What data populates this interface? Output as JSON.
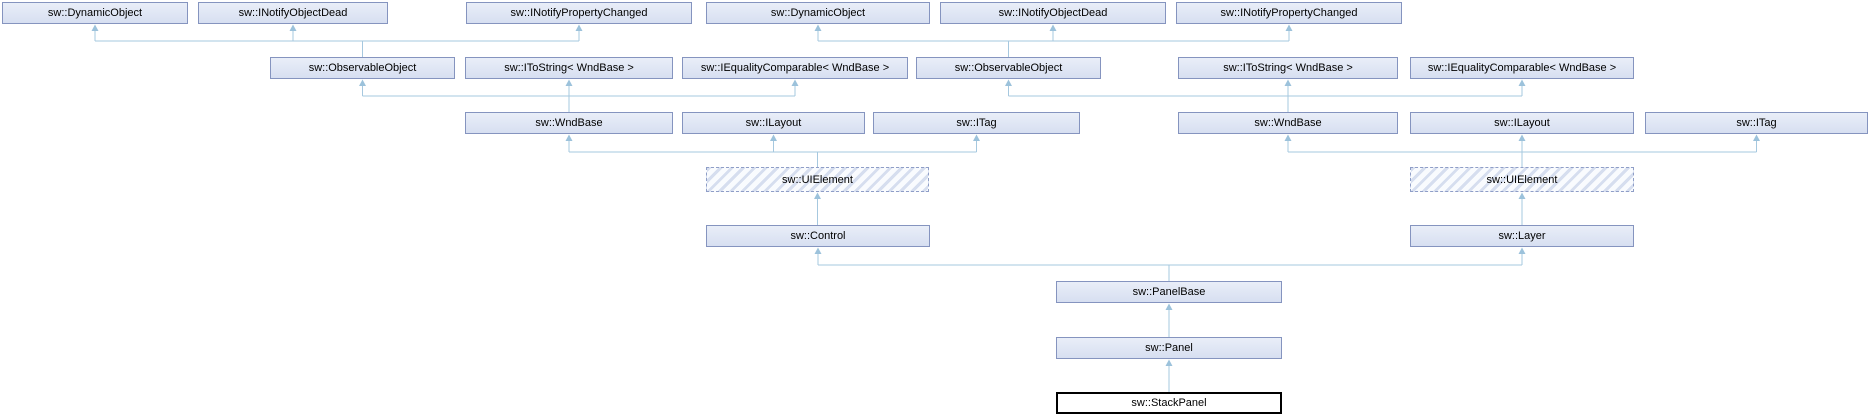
{
  "diagram": {
    "type": "class-inheritance-graph",
    "focus_class": "sw::StackPanel",
    "nodes": [
      {
        "id": "dyn_l",
        "label": "sw::DynamicObject",
        "style": "normal"
      },
      {
        "id": "iod_l",
        "label": "sw::INotifyObjectDead",
        "style": "normal"
      },
      {
        "id": "inpc_l",
        "label": "sw::INotifyPropertyChanged",
        "style": "normal"
      },
      {
        "id": "dyn_r",
        "label": "sw::DynamicObject",
        "style": "normal"
      },
      {
        "id": "iod_r",
        "label": "sw::INotifyObjectDead",
        "style": "normal"
      },
      {
        "id": "inpc_r",
        "label": "sw::INotifyPropertyChanged",
        "style": "normal"
      },
      {
        "id": "obs_l",
        "label": "sw::ObservableObject",
        "style": "normal"
      },
      {
        "id": "its_l",
        "label": "sw::IToString< WndBase >",
        "style": "normal"
      },
      {
        "id": "ieq_l",
        "label": "sw::IEqualityComparable< WndBase >",
        "style": "normal"
      },
      {
        "id": "obs_r",
        "label": "sw::ObservableObject",
        "style": "normal"
      },
      {
        "id": "its_r",
        "label": "sw::IToString< WndBase >",
        "style": "normal"
      },
      {
        "id": "ieq_r",
        "label": "sw::IEqualityComparable< WndBase >",
        "style": "normal"
      },
      {
        "id": "wnd_l",
        "label": "sw::WndBase",
        "style": "normal"
      },
      {
        "id": "ilay_l",
        "label": "sw::ILayout",
        "style": "normal"
      },
      {
        "id": "itag_l",
        "label": "sw::ITag",
        "style": "normal"
      },
      {
        "id": "wnd_r",
        "label": "sw::WndBase",
        "style": "normal"
      },
      {
        "id": "ilay_r",
        "label": "sw::ILayout",
        "style": "normal"
      },
      {
        "id": "itag_r",
        "label": "sw::ITag",
        "style": "normal"
      },
      {
        "id": "uie_l",
        "label": "sw::UIElement",
        "style": "virtual"
      },
      {
        "id": "uie_r",
        "label": "sw::UIElement",
        "style": "virtual"
      },
      {
        "id": "control",
        "label": "sw::Control",
        "style": "normal"
      },
      {
        "id": "layer",
        "label": "sw::Layer",
        "style": "normal"
      },
      {
        "id": "panelbase",
        "label": "sw::PanelBase",
        "style": "normal"
      },
      {
        "id": "panel",
        "label": "sw::Panel",
        "style": "normal"
      },
      {
        "id": "stackpanel",
        "label": "sw::StackPanel",
        "style": "focus"
      }
    ],
    "edges": [
      {
        "child": "obs_l",
        "parents": [
          "dyn_l",
          "iod_l",
          "inpc_l"
        ]
      },
      {
        "child": "obs_r",
        "parents": [
          "dyn_r",
          "iod_r",
          "inpc_r"
        ]
      },
      {
        "child": "wnd_l",
        "parents": [
          "obs_l",
          "its_l",
          "ieq_l"
        ]
      },
      {
        "child": "wnd_r",
        "parents": [
          "obs_r",
          "its_r",
          "ieq_r"
        ]
      },
      {
        "child": "uie_l",
        "parents": [
          "wnd_l",
          "ilay_l",
          "itag_l"
        ]
      },
      {
        "child": "uie_r",
        "parents": [
          "wnd_r",
          "ilay_r",
          "itag_r"
        ]
      },
      {
        "child": "control",
        "parents": [
          "uie_l"
        ]
      },
      {
        "child": "layer",
        "parents": [
          "uie_r"
        ]
      },
      {
        "child": "panelbase",
        "parents": [
          "control",
          "layer"
        ]
      },
      {
        "child": "panel",
        "parents": [
          "panelbase"
        ]
      },
      {
        "child": "stackpanel",
        "parents": [
          "panel"
        ]
      }
    ],
    "colors": {
      "node_fill_top": "#e9eef8",
      "node_fill_bottom": "#d7dff1",
      "node_border": "#8594bf",
      "virtual_border": "#8f9ec7",
      "hatch_stripe": "#d6deef",
      "hatch_background": "#f9fbfe",
      "focus_border": "#000000",
      "focus_fill": "#ffffff",
      "line": "#a6c8df",
      "arrow": "#9cc2db",
      "text": "#000000",
      "background": "#ffffff"
    }
  }
}
